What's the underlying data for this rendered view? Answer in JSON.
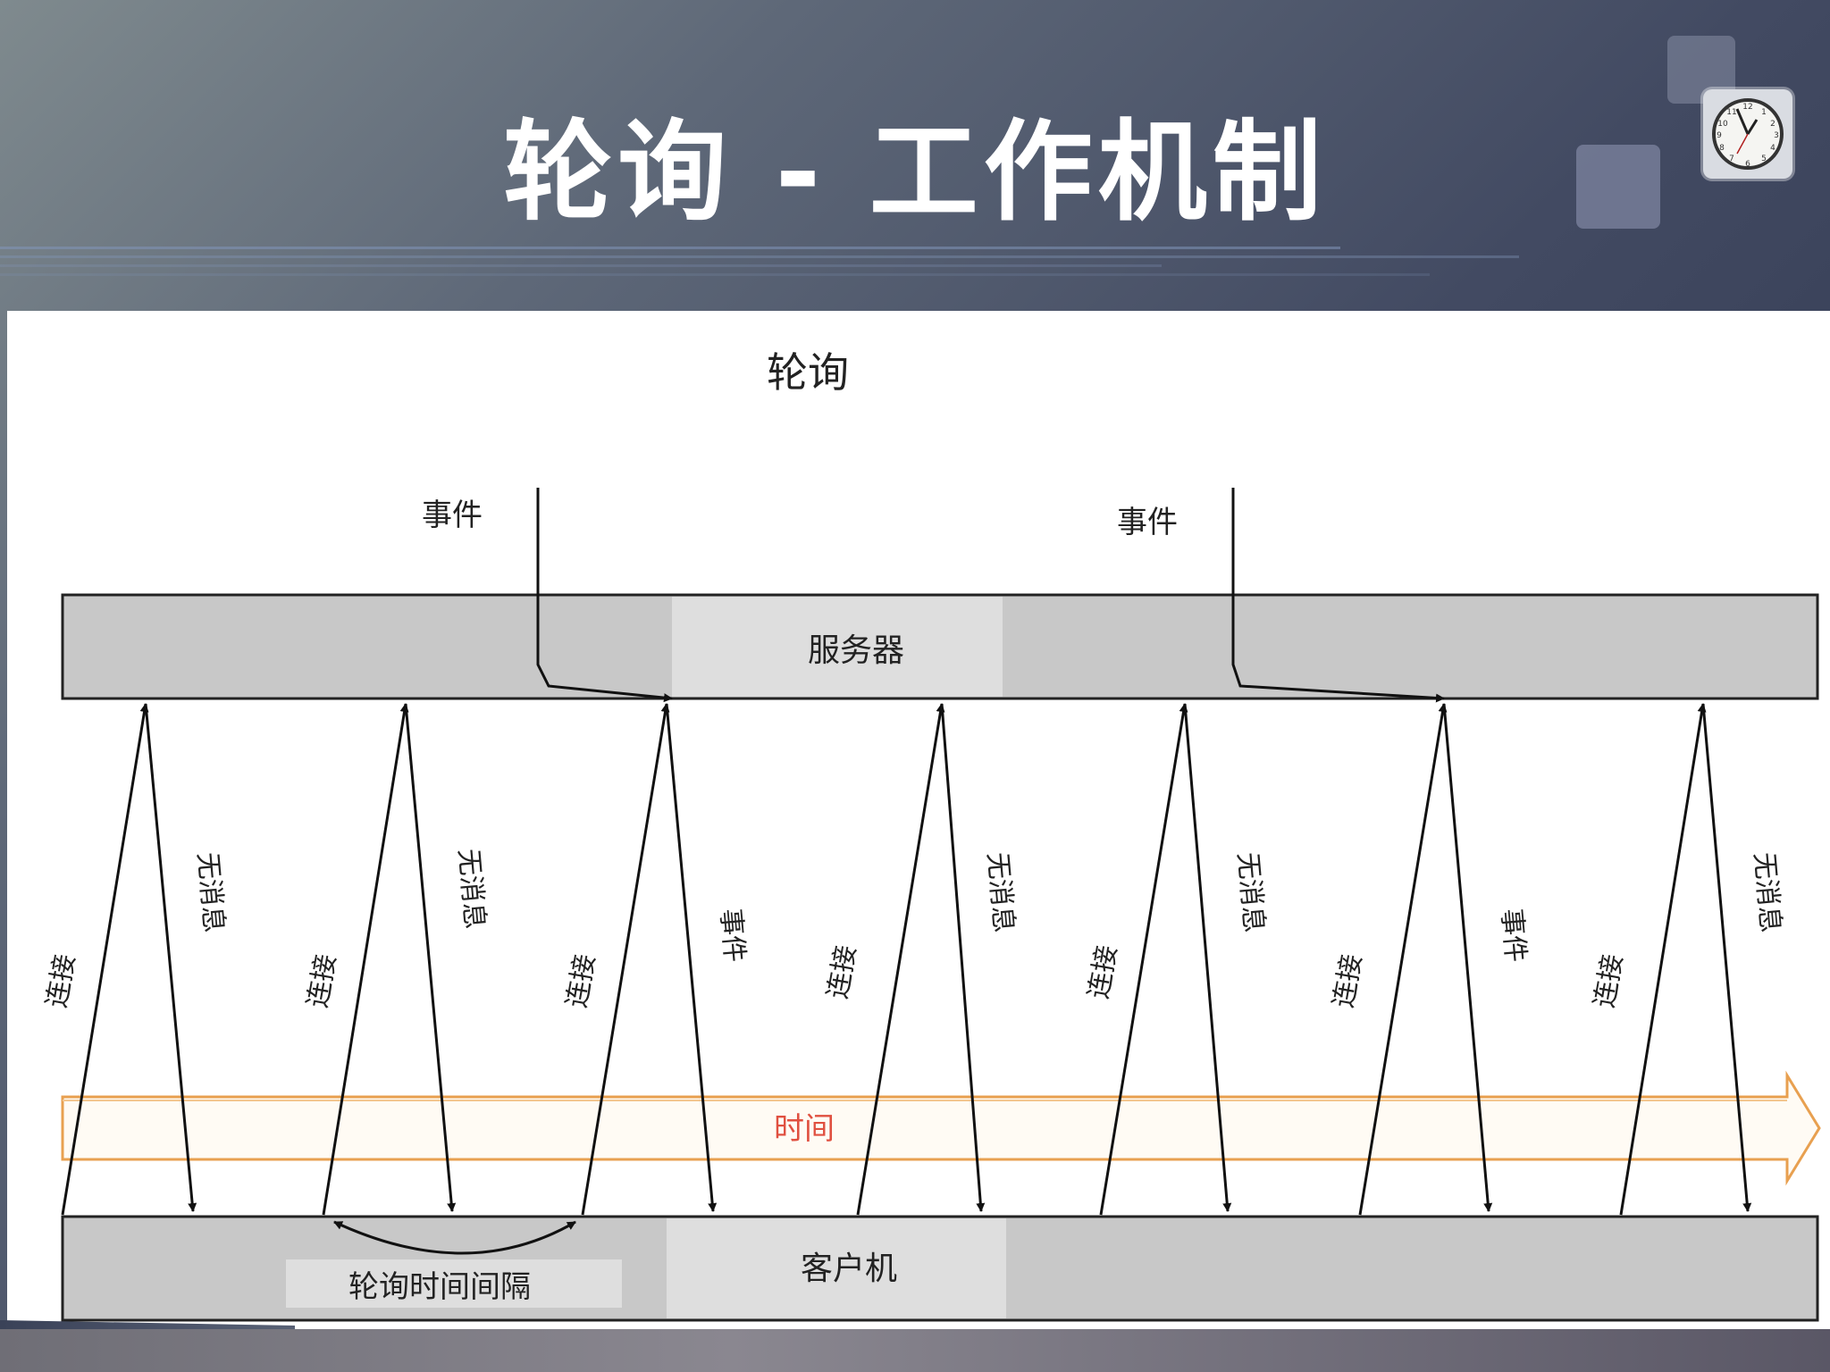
{
  "slide": {
    "title": "轮询 - 工作机制"
  },
  "diagram": {
    "heading": "轮询",
    "server_label": "服务器",
    "client_label": "客户机",
    "time_label": "时间",
    "interval_label": "轮询时间间隔",
    "event_labels": [
      "事件",
      "事件"
    ],
    "arrow_labels": {
      "connect": "连接",
      "no_message": "无消息",
      "event": "事件"
    },
    "colors": {
      "server_bar": "#c8c8c8",
      "client_bar": "#c8c8c8",
      "label_box": "#dedede",
      "time_arrow_outline": "#e8a050",
      "time_label": "#e05040",
      "arrow": "#111111"
    }
  }
}
